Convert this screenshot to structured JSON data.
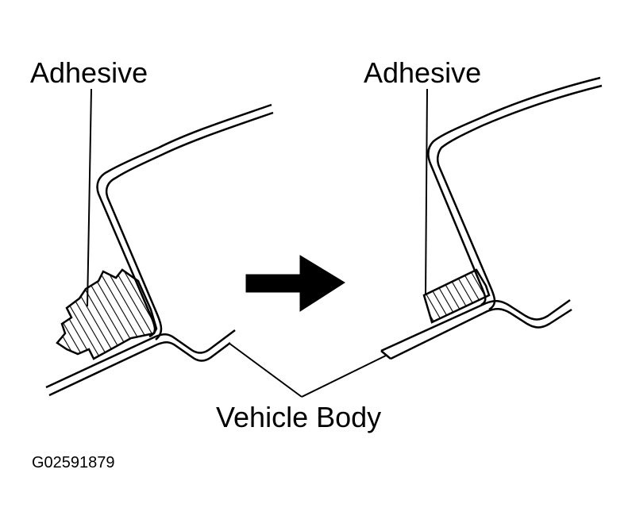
{
  "labels": {
    "adhesive_left": "Adhesive",
    "adhesive_right": "Adhesive",
    "vehicle_body": "Vehicle Body",
    "figure_id": "G02591879"
  },
  "icons": {
    "transition_arrow": "right-arrow-icon"
  },
  "colors": {
    "ink": "#000000",
    "background": "#ffffff"
  }
}
